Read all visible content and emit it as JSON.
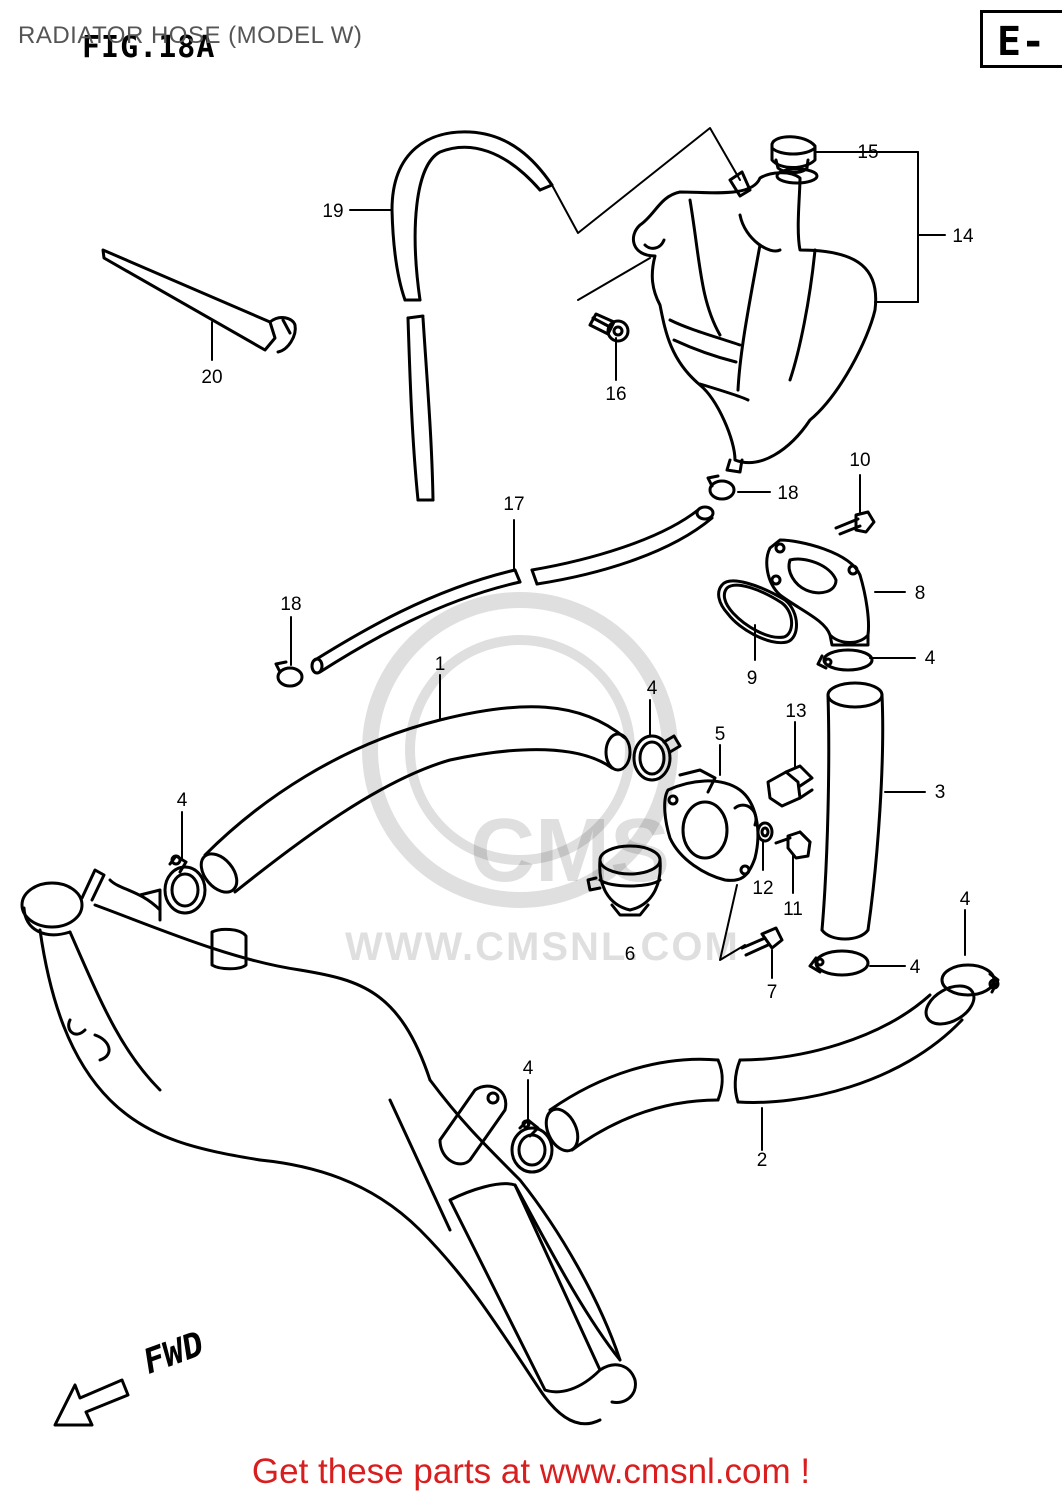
{
  "header": {
    "title": "RADIATOR HOSE (MODEL W)",
    "figure": "FIG.18A",
    "section": "E-"
  },
  "footer": {
    "link_text": "Get these parts at www.cmsnl.com !"
  },
  "diagram": {
    "direction_label": "FWD",
    "watermark": "WWW.CMSNL.COM",
    "watermark_logo": "CMS",
    "callouts": [
      {
        "id": "c19",
        "label": "19"
      },
      {
        "id": "c15",
        "label": "15"
      },
      {
        "id": "c14",
        "label": "14"
      },
      {
        "id": "c20",
        "label": "20"
      },
      {
        "id": "c16",
        "label": "16"
      },
      {
        "id": "c17",
        "label": "17"
      },
      {
        "id": "c18a",
        "label": "18"
      },
      {
        "id": "c18b",
        "label": "18"
      },
      {
        "id": "c10",
        "label": "10"
      },
      {
        "id": "c8",
        "label": "8"
      },
      {
        "id": "c9",
        "label": "9"
      },
      {
        "id": "c4a",
        "label": "4"
      },
      {
        "id": "c1",
        "label": "1"
      },
      {
        "id": "c4b",
        "label": "4"
      },
      {
        "id": "c5",
        "label": "5"
      },
      {
        "id": "c13",
        "label": "13"
      },
      {
        "id": "c3",
        "label": "3"
      },
      {
        "id": "c4c",
        "label": "4"
      },
      {
        "id": "c12",
        "label": "12"
      },
      {
        "id": "c11",
        "label": "11"
      },
      {
        "id": "c6",
        "label": "6"
      },
      {
        "id": "c7",
        "label": "7"
      },
      {
        "id": "c4d",
        "label": "4"
      },
      {
        "id": "c4e",
        "label": "4"
      },
      {
        "id": "c4f",
        "label": "4"
      },
      {
        "id": "c2",
        "label": "2"
      }
    ]
  },
  "colors": {
    "line": "#000000",
    "footer_text": "#d81e1e",
    "title_text": "#555555"
  }
}
